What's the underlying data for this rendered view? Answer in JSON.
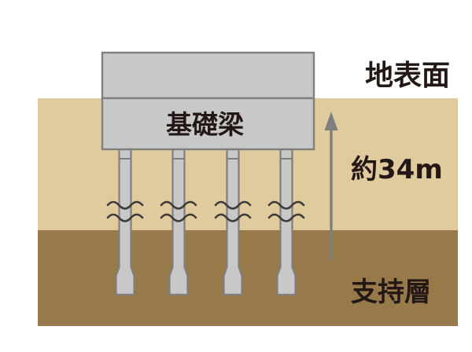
{
  "diagram": {
    "title_labels": {
      "ground_surface": "地表面",
      "foundation_beam": "基礎梁",
      "depth": "約34m",
      "bearing_stratum": "支持層"
    },
    "colors": {
      "background": "#ffffff",
      "sand_layer": "#e0cb9e",
      "bearing_layer": "#97794a",
      "concrete_fill": "#c8c8c8",
      "concrete_stroke": "#7f7f7f",
      "text": "#231815",
      "arrow": "#7f7f7f",
      "break_symbol": "#3e3a39"
    },
    "structure": {
      "pile_count": 4,
      "pile_label": "pile",
      "building_block_label": "building-block",
      "beam_block_label": "foundation-beam-block"
    },
    "measurement": {
      "value": "約34m",
      "arrow_direction": "up",
      "meaning": "depth from ground surface to bearing stratum"
    },
    "layers": [
      {
        "name": "地表面",
        "kind": "surface-line"
      },
      {
        "name": "約34m",
        "kind": "depth-measure"
      },
      {
        "name": "支持層",
        "kind": "bearing-stratum"
      }
    ]
  }
}
